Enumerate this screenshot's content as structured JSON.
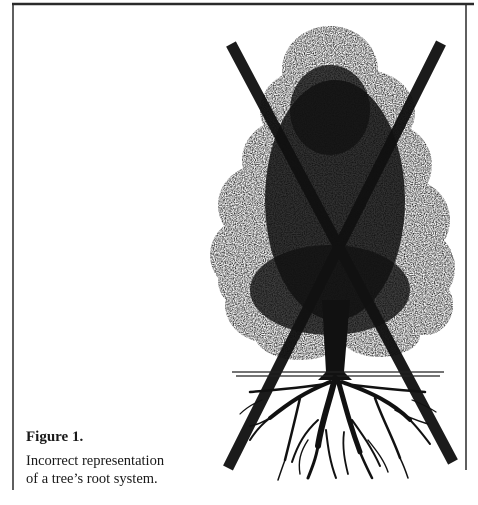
{
  "figure": {
    "label": "Figure 1.",
    "caption_line_1": "Incorrect representation",
    "caption_line_2": "of a tree’s root system."
  },
  "colors": {
    "ink": "#111111",
    "paper": "#ffffff",
    "frame": "#2a2a2a"
  },
  "icons": {
    "tree": "tree-silhouette-icon",
    "cross": "x-cross-mark-icon",
    "roots": "root-system-icon"
  }
}
